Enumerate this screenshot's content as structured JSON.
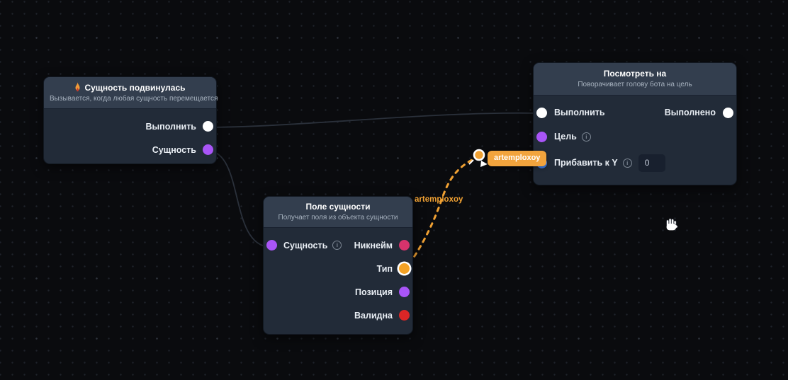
{
  "colors": {
    "background": "#0a0b0e",
    "grid_dot": "#23272f",
    "node_body": "#222b38",
    "node_header": "#333e4e",
    "wire": "#2a303a",
    "accent_orange": "#f0a133",
    "port_exec": "#ffffff",
    "port_entity": "#a955f7",
    "port_string": "#d6336c",
    "port_type": "#f3a226",
    "port_bool": "#dc2626",
    "port_number": "#3b82f6"
  },
  "nodes": [
    {
      "title": "Сущность подвинулась",
      "subtitle": "Вызывается, когда любая сущность перемещается",
      "icon": "flame-icon",
      "outputs": [
        {
          "label": "Выполнить",
          "type": "exec"
        },
        {
          "label": "Сущность",
          "type": "entity"
        }
      ]
    },
    {
      "title": "Поле сущности",
      "subtitle": "Получает поля из объекта сущности",
      "inputs": [
        {
          "label": "Сущность",
          "info": "i"
        }
      ],
      "outputs": [
        {
          "label": "Никнейм",
          "type": "string"
        },
        {
          "label": "Тип",
          "type": "type"
        },
        {
          "label": "Позиция",
          "type": "entity"
        },
        {
          "label": "Валидна",
          "type": "bool"
        }
      ]
    },
    {
      "title": "Посмотреть на",
      "subtitle": "Поворачивает голову бота на цель",
      "inputs": [
        {
          "label": "Выполнить",
          "type": "exec"
        },
        {
          "label": "Цель",
          "type": "entity",
          "info": "i"
        },
        {
          "label": "Прибавить к Y",
          "type": "number",
          "info": "i",
          "value": "0"
        }
      ],
      "outputs": [
        {
          "label": "Выполнено",
          "type": "exec"
        }
      ]
    }
  ],
  "wire_drag": {
    "badge_label": "artemploxoy",
    "wire_label": "artemploxoy"
  },
  "glyphs": {
    "info": "i"
  }
}
